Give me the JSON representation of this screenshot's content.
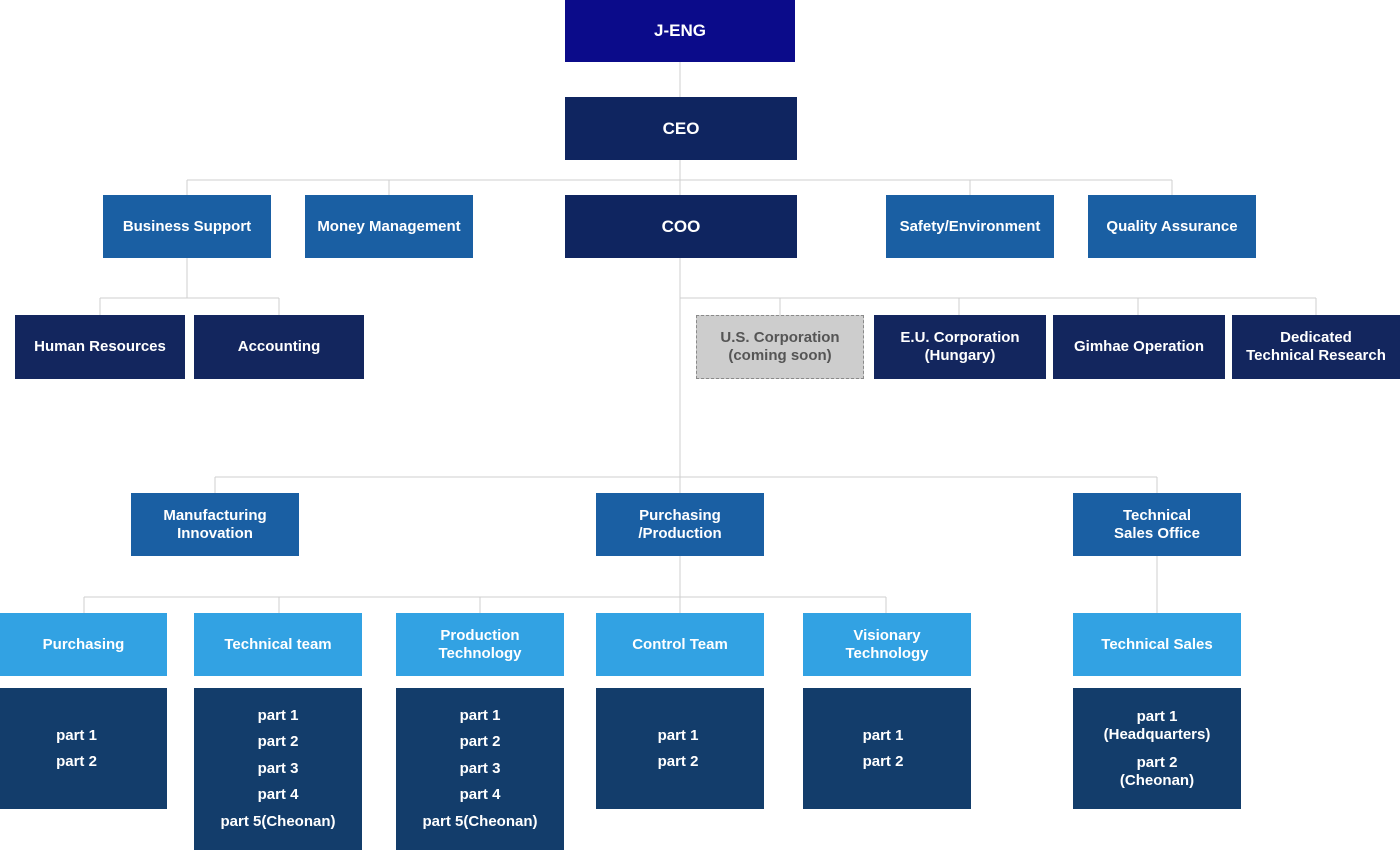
{
  "org": {
    "company": "J-ENG",
    "ceo": "CEO",
    "coo": "COO",
    "ceo_staff": [
      "Business Support",
      "Money Management",
      "Safety/Environment",
      "Quality Assurance"
    ],
    "business_support_children": [
      "Human Resources",
      "Accounting"
    ],
    "coo_branches": [
      "U.S. Corporation\n(coming soon)",
      "E.U. Corporation\n(Hungary)",
      "Gimhae Operation",
      "Dedicated\nTechnical Research"
    ],
    "divisions": [
      "Manufacturing\nInnovation",
      "Purchasing\n/Production",
      "Technical\nSales Office"
    ],
    "teams": [
      "Purchasing",
      "Technical team",
      "Production\nTechnology",
      "Control Team",
      "Visionary\nTechnology",
      "Technical Sales"
    ],
    "team_parts": [
      [
        "part 1",
        "part 2"
      ],
      [
        "part 1",
        "part 2",
        "part 3",
        "part 4",
        "part 5(Cheonan)"
      ],
      [
        "part 1",
        "part 2",
        "part 3",
        "part 4",
        "part 5(Cheonan)"
      ],
      [
        "part 1",
        "part 2"
      ],
      [
        "part 1",
        "part 2"
      ],
      [
        "part 1\n(Headquarters)",
        "part 2\n(Cheonan)"
      ]
    ]
  }
}
